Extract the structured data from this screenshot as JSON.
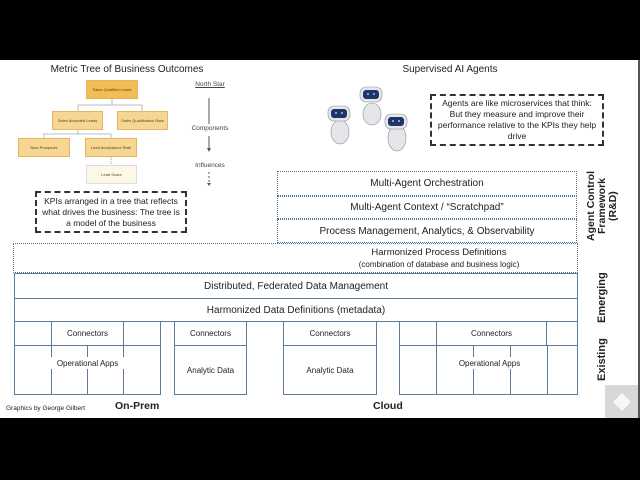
{
  "metric_tree": {
    "title": "Metric Tree of Business Outcomes",
    "nodes": [
      "Sales Qualified Leads",
      "Sales Accepted Leads",
      "Sales Qualification Rate",
      "New Prospects",
      "Lead Acceptance Rate",
      "Lead Score"
    ],
    "legend": {
      "north_star": "North Star",
      "components": "Components",
      "influences": "Influences"
    },
    "callout": "KPIs arranged in a tree that reflects what drives the business: The tree is a model of the business"
  },
  "agents": {
    "title": "Supervised AI Agents",
    "callout": "Agents are like microservices that think: But they measure and improve their performance relative to the KPIs they help drive"
  },
  "layers": {
    "orchestration": "Multi-Agent Orchestration",
    "context": "Multi-Agent Context / “Scratchpad”",
    "process_mgmt": "Process Management, Analytics, & Observability",
    "process_defs": "Harmonized Process Definitions",
    "process_defs_sub": "(combination of database and business logic)",
    "data_mgmt": "Distributed, Federated Data Management",
    "data_defs": "Harmonized Data Definitions (metadata)"
  },
  "systems": {
    "connectors": "Connectors",
    "operational_apps": "Operational Apps",
    "analytic_data": "Analytic Data",
    "on_prem": "On-Prem",
    "cloud": "Cloud"
  },
  "side_labels": {
    "agent_control": "Agent Control Framework (R&D)",
    "emerging": "Emerging",
    "existing": "Existing"
  },
  "credit": "Graphics by George Gilbert",
  "colors": {
    "tree_node": "#f7d592",
    "tree_root": "#f3bd55",
    "border": "#5d7c99"
  }
}
